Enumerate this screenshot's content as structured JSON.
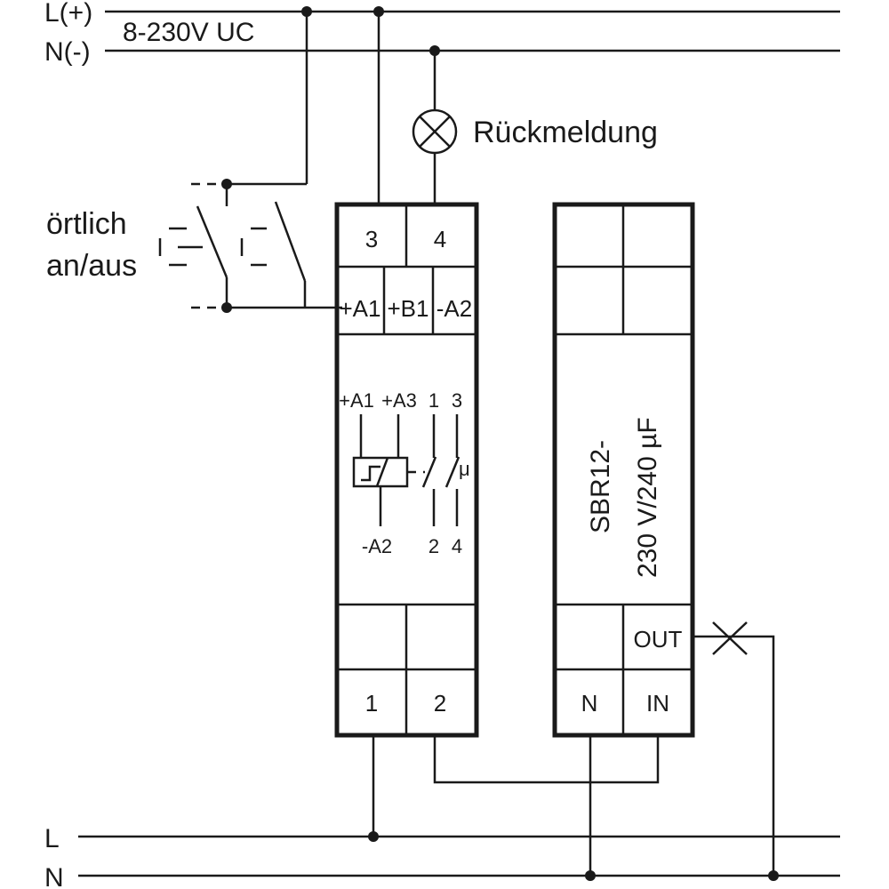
{
  "supply": {
    "l_plus": "L(+)",
    "n_minus": "N(-)",
    "voltage": "8-230V UC"
  },
  "feedback_lamp": {
    "label": "Rückmeldung"
  },
  "local_switch": {
    "line1": "örtlich",
    "line2": "an/aus"
  },
  "relay": {
    "top_terminals": [
      "3",
      "4"
    ],
    "control_terminals": [
      "+A1",
      "+B1",
      "-A2"
    ],
    "symbol_labels": {
      "a1": "+A1",
      "a3": "+A3",
      "c1": "1",
      "c3": "3",
      "mu": "μ",
      "a2": "-A2",
      "c2": "2",
      "c4": "4"
    },
    "bottom_terminals": [
      "1",
      "2"
    ]
  },
  "sbr": {
    "title_line1": "SBR12-",
    "title_line2": "230 V/240 µF",
    "out": "OUT",
    "bottom_terminals": [
      "N",
      "IN"
    ]
  },
  "mains": {
    "l": "L",
    "n": "N"
  }
}
